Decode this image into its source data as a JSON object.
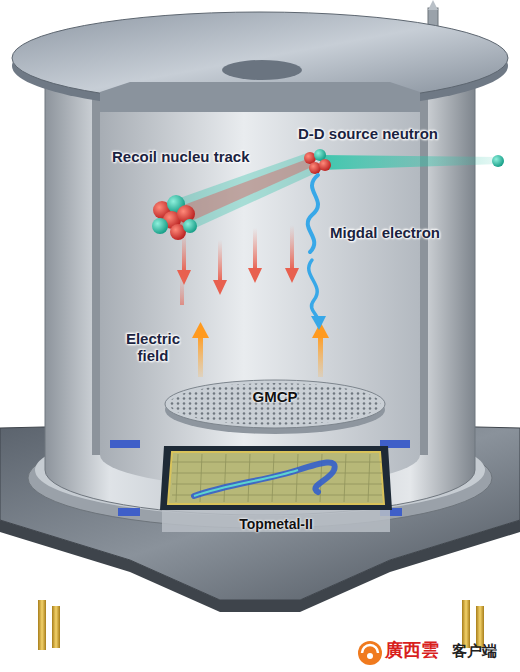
{
  "diagram": {
    "nodes": [
      {
        "text": [
          "GMCP"
        ]
      },
      {
        "text": [
          "Topmetal-II"
        ]
      }
    ],
    "labels": [
      "D-D source neutron",
      "Recoil nucleu track",
      "Migdal electron",
      "Electric field",
      "廣西雲",
      "客户端"
    ]
  }
}
